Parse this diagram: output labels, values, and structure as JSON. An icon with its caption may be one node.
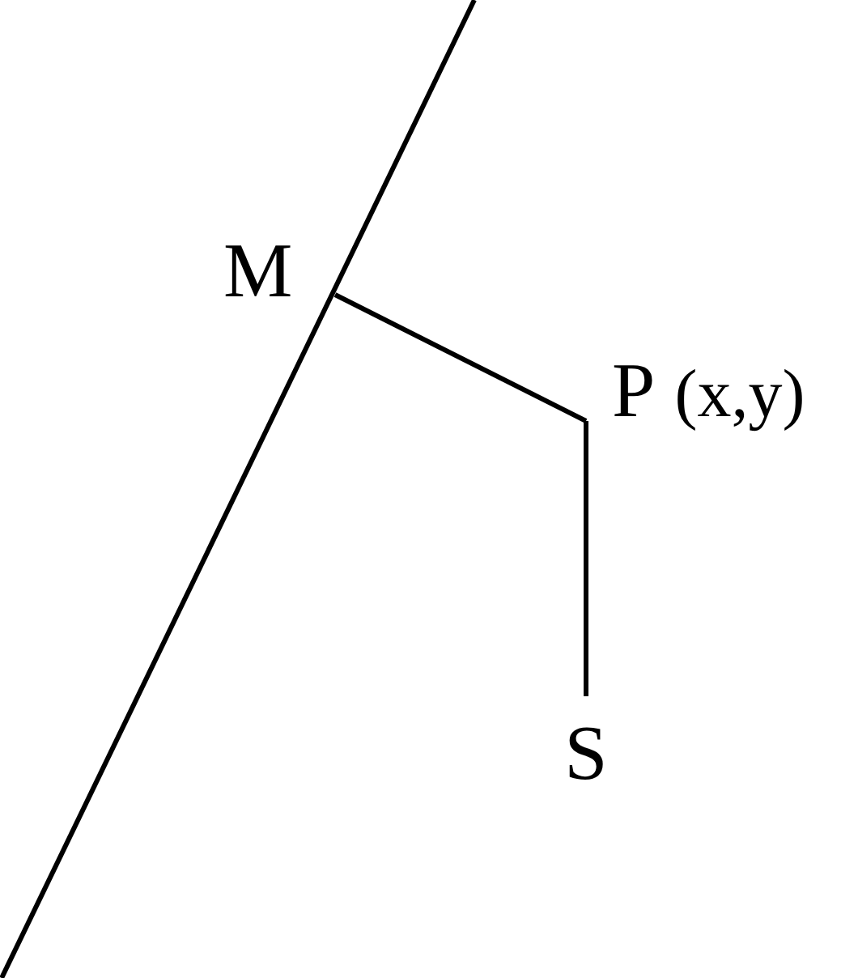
{
  "diagram": {
    "nodes": [
      {
        "text": [
          "M"
        ]
      },
      {
        "text": [
          "P"
        ],
        "beside": [
          "(x,y)"
        ]
      },
      {
        "text": [
          "S"
        ]
      }
    ],
    "edges": [
      {
        "from": 0,
        "to": 1,
        "arrow": "none"
      },
      {
        "from": 1,
        "to": 2,
        "arrow": "none"
      }
    ]
  }
}
